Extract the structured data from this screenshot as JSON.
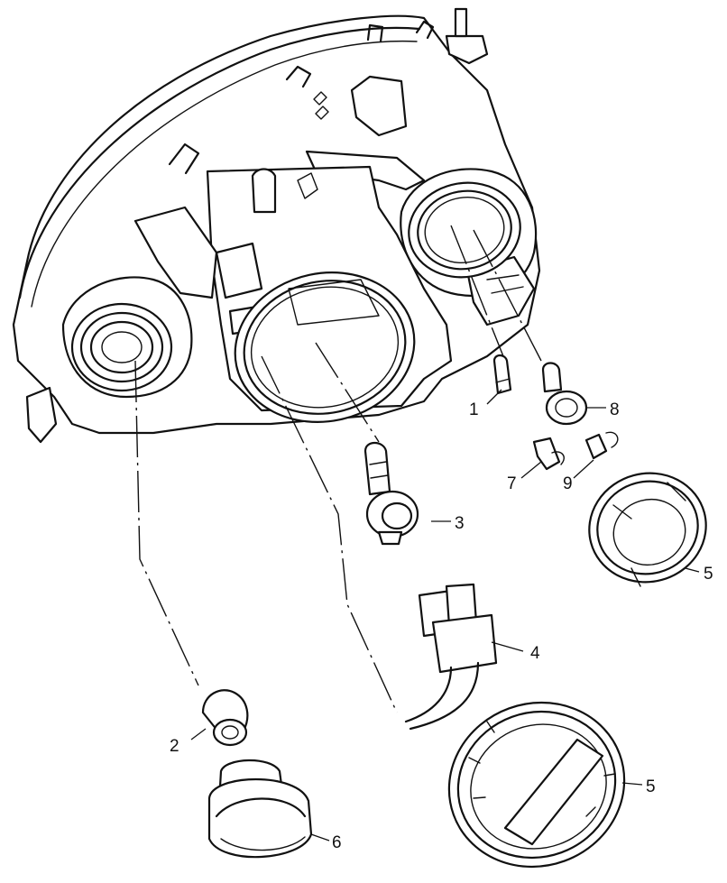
{
  "callouts": {
    "c1": "1",
    "c2": "2",
    "c3": "3",
    "c4": "4",
    "c5a": "5",
    "c5b": "5",
    "c6": "6",
    "c7": "7",
    "c8": "8",
    "c9": "9"
  },
  "colors": {
    "line": "#111111",
    "background": "#ffffff"
  }
}
